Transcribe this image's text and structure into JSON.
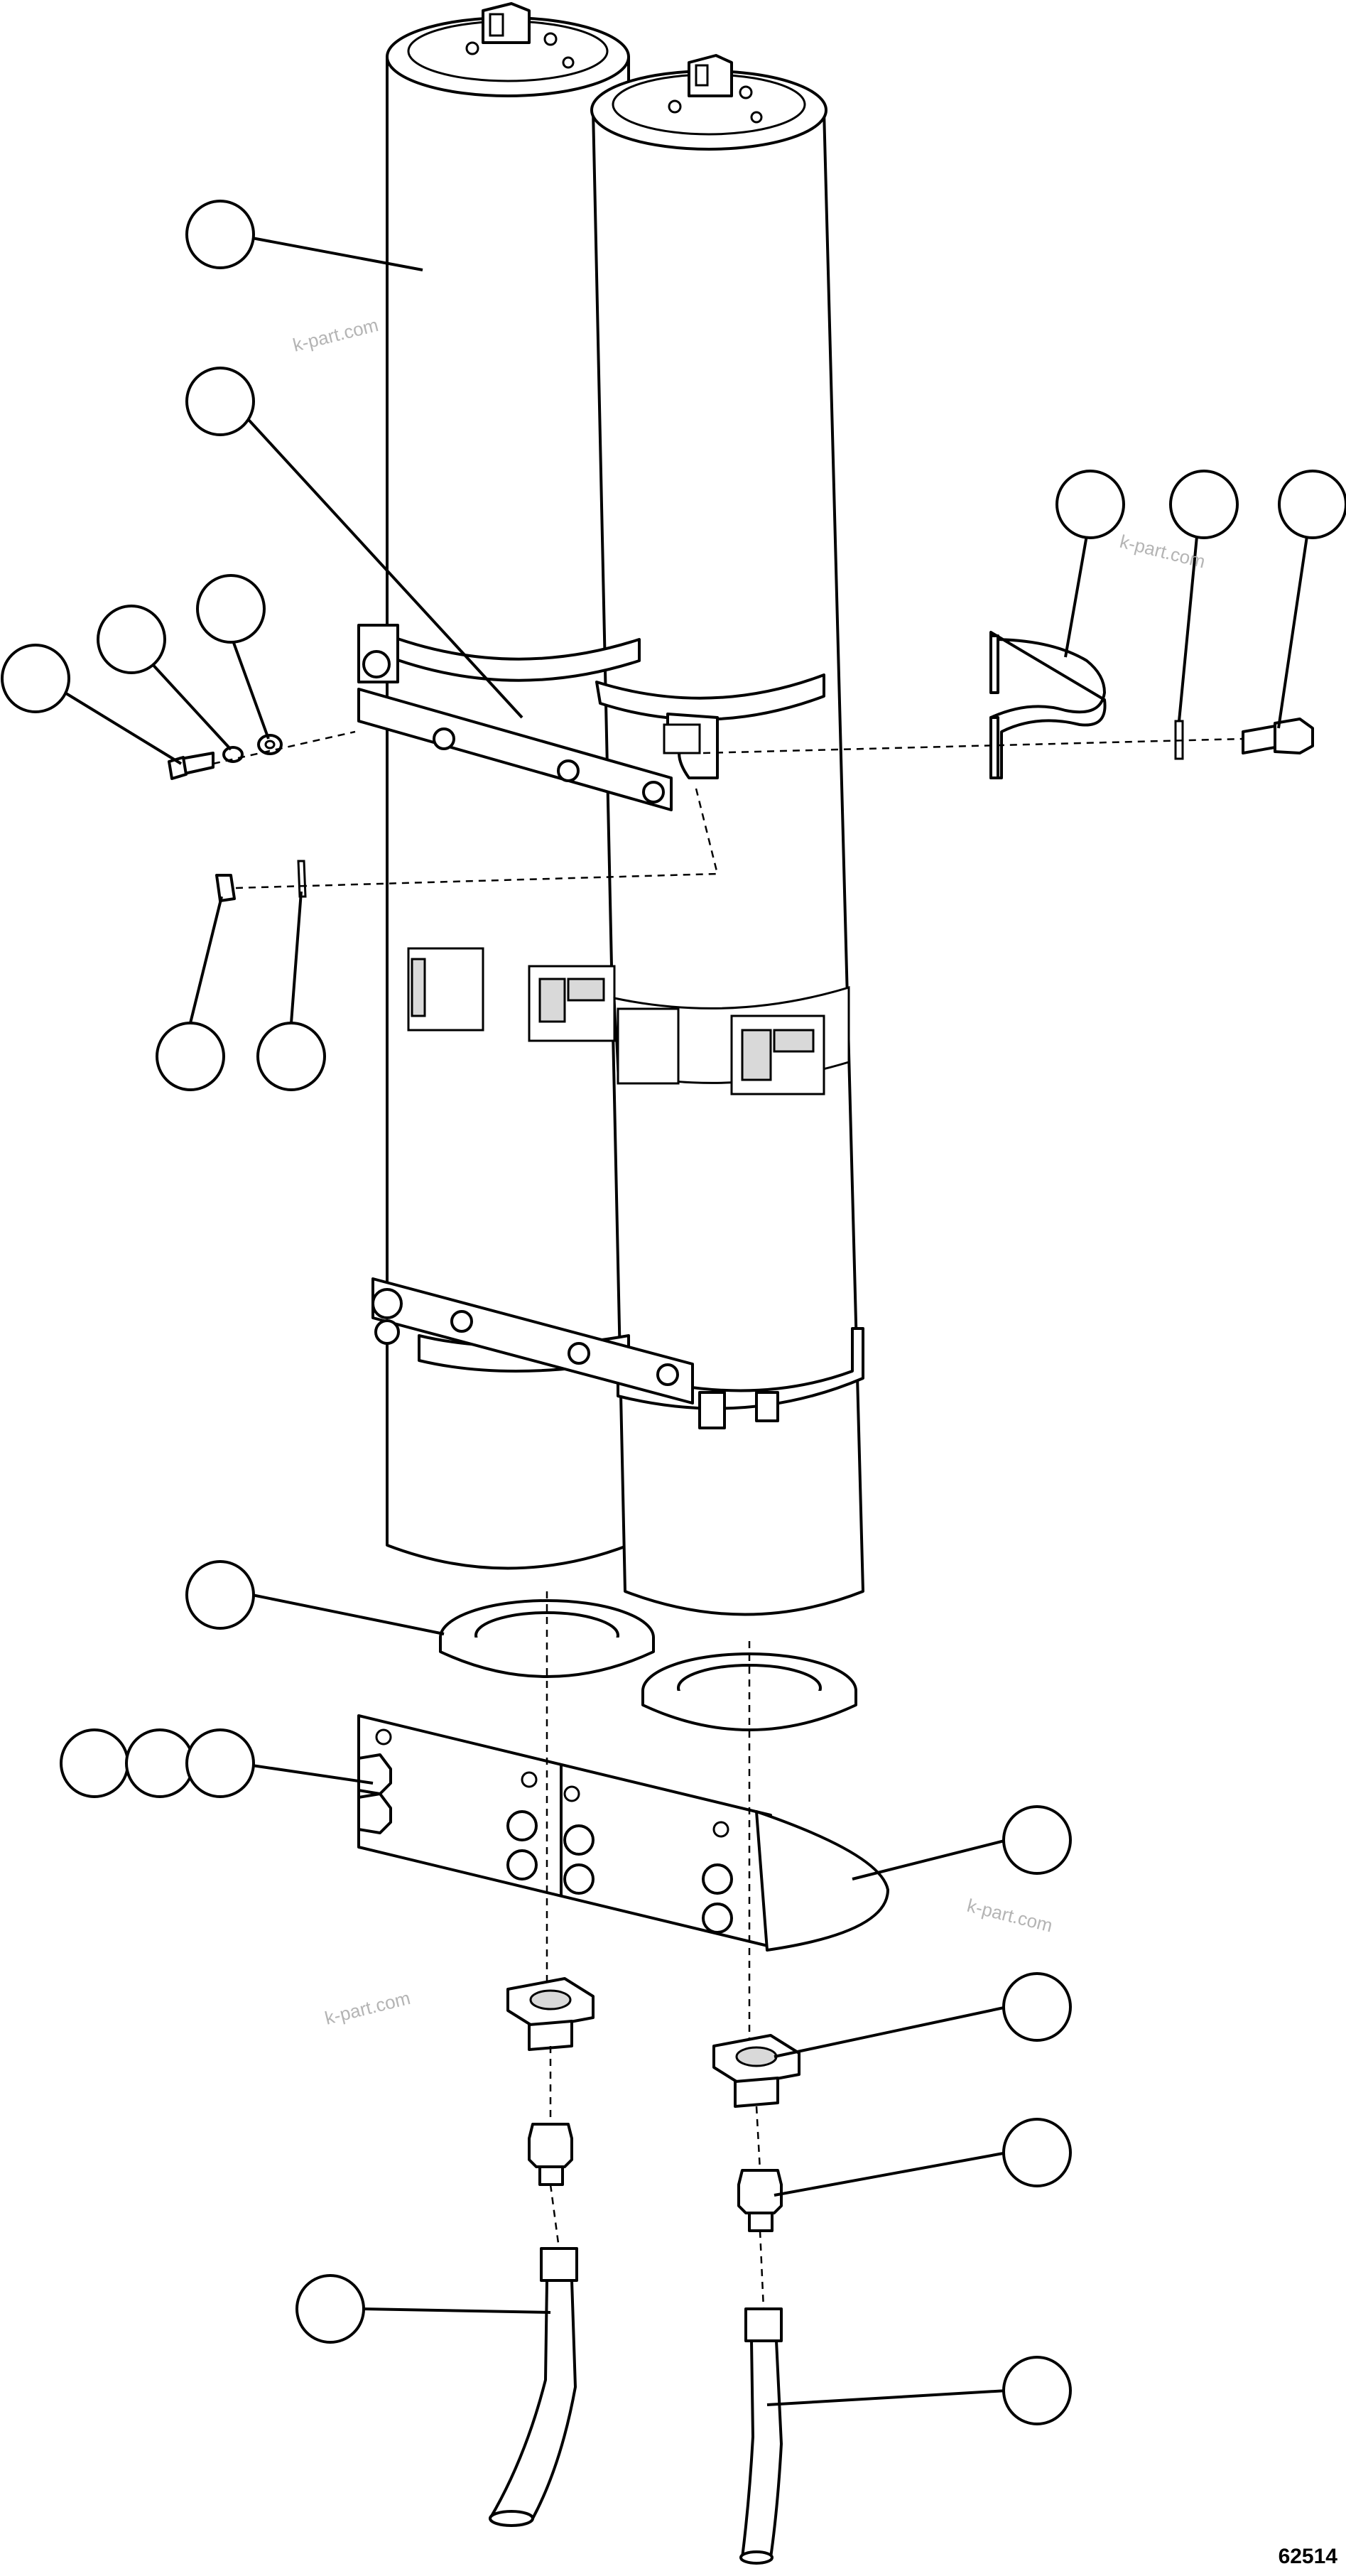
{
  "figure_number": "62514",
  "watermark_text": "k-part.com",
  "callouts": [
    {
      "id": "cylinder-left",
      "label": ""
    },
    {
      "id": "mounting-strap-upper",
      "label": ""
    },
    {
      "id": "clamp-band",
      "label": ""
    },
    {
      "id": "washer-right",
      "label": ""
    },
    {
      "id": "bolt-right",
      "label": ""
    },
    {
      "id": "bolt-left",
      "label": ""
    },
    {
      "id": "lock-washer-left",
      "label": ""
    },
    {
      "id": "flat-washer-left",
      "label": ""
    },
    {
      "id": "nut-clip",
      "label": ""
    },
    {
      "id": "spacer",
      "label": ""
    },
    {
      "id": "gasket",
      "label": ""
    },
    {
      "id": "base-bolt-a",
      "label": ""
    },
    {
      "id": "base-bolt-b",
      "label": ""
    },
    {
      "id": "base-bolt-c",
      "label": ""
    },
    {
      "id": "base-bracket",
      "label": ""
    },
    {
      "id": "flange-fitting",
      "label": ""
    },
    {
      "id": "adapter-fitting",
      "label": ""
    },
    {
      "id": "hose-left",
      "label": ""
    },
    {
      "id": "hose-right",
      "label": ""
    }
  ]
}
